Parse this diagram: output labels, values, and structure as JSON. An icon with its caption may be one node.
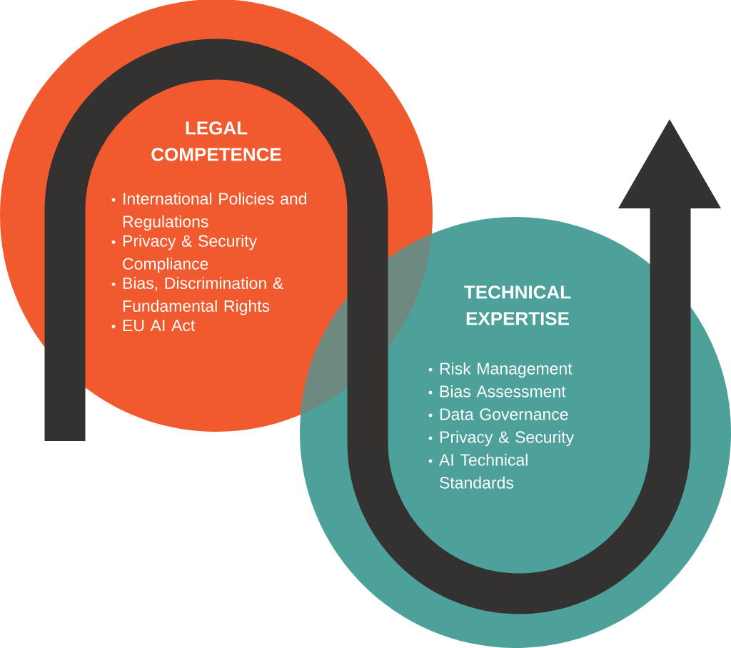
{
  "diagram": {
    "nodes": [
      {
        "text": [
          "LEGAL COMPETENCE",
          "International Policies and Regulations",
          "Privacy & Security Compliance",
          "Bias, Discrimination & Fundamental Rights",
          "EU AI Act"
        ]
      },
      {
        "text": [
          "TECHNICAL EXPERTISE",
          "Risk Management",
          "Bias Assessment",
          "Data Governance",
          "Privacy & Security",
          "AI Technical Standards"
        ]
      }
    ]
  }
}
